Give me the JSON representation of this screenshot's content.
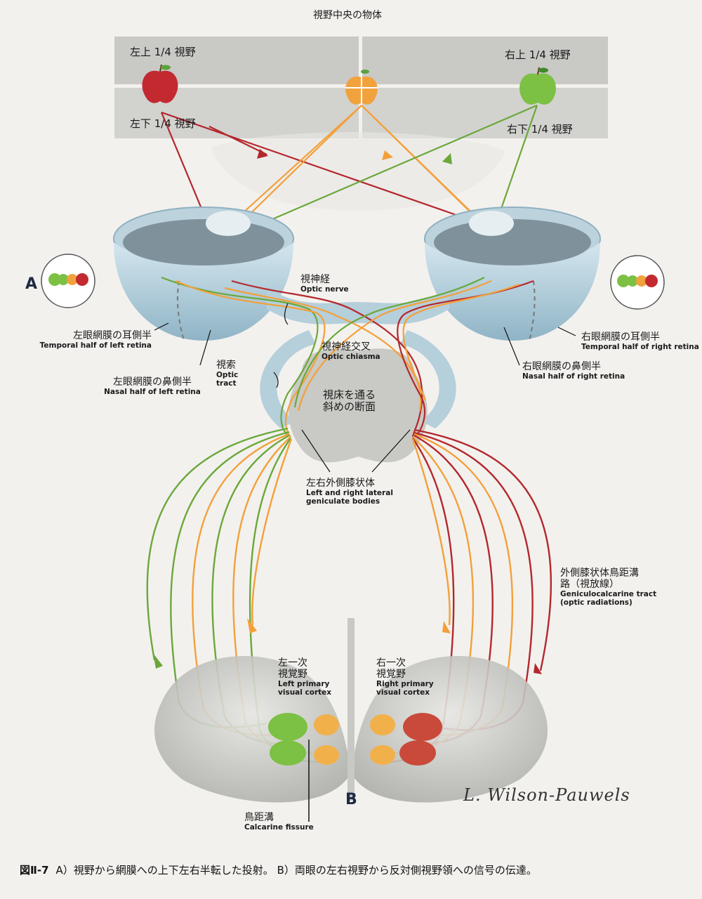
{
  "title": "視野中央の物体",
  "quadrants": {
    "upper_left": "左上 1/4 視野",
    "upper_right": "右上 1/4 視野",
    "lower_left": "左下 1/4 視野",
    "lower_right": "右下 1/4 視野"
  },
  "panel_a": "A",
  "panel_b": "B",
  "optic_nerve": {
    "jp": "視神経",
    "en": "Optic nerve"
  },
  "temporal_left": {
    "jp": "左眼網膜の耳側半",
    "en": "Temporal half of left retina"
  },
  "temporal_right": {
    "jp": "右眼網膜の耳側半",
    "en": "Temporal half of right retina"
  },
  "nasal_left": {
    "jp": "左眼網膜の鼻側半",
    "en": "Nasal half of left retina"
  },
  "nasal_right": {
    "jp": "右眼網膜の鼻側半",
    "en": "Nasal half of right retina"
  },
  "optic_tract": {
    "jp": "視索",
    "en1": "Optic",
    "en2": "tract"
  },
  "optic_chiasma": {
    "jp": "視神経交叉",
    "en": "Optic chiasma"
  },
  "thalamus": {
    "line1": "視床を通る",
    "line2": "斜めの断面"
  },
  "lgb": {
    "jp": "左右外側膝状体",
    "en1": "Left and right lateral",
    "en2": "geniculate bodies"
  },
  "radiations": {
    "jp1": "外側膝状体鳥距溝",
    "jp2": "路（視放線）",
    "en1": "Geniculocalcarine tract",
    "en2": "(optic radiations)"
  },
  "left_cortex": {
    "jp1": "左一次",
    "jp2": "視覚野",
    "en1": "Left primary",
    "en2": "visual cortex"
  },
  "right_cortex": {
    "jp1": "右一次",
    "jp2": "視覚野",
    "en1": "Right primary",
    "en2": "visual cortex"
  },
  "calcarine": {
    "jp": "鳥距溝",
    "en": "Calcarine fissure"
  },
  "signature": "L. Wilson-Pauwels",
  "caption": {
    "fig": "図Ⅱ-7",
    "text": "A）視野から網膜への上下左右半転した投射。 B）両眼の左右視野から反対側視野領への信号の伝達。"
  },
  "colors": {
    "red": "#b3282d",
    "orange": "#f3a03a",
    "green": "#6aa83a",
    "darkred": "#8e2431"
  }
}
